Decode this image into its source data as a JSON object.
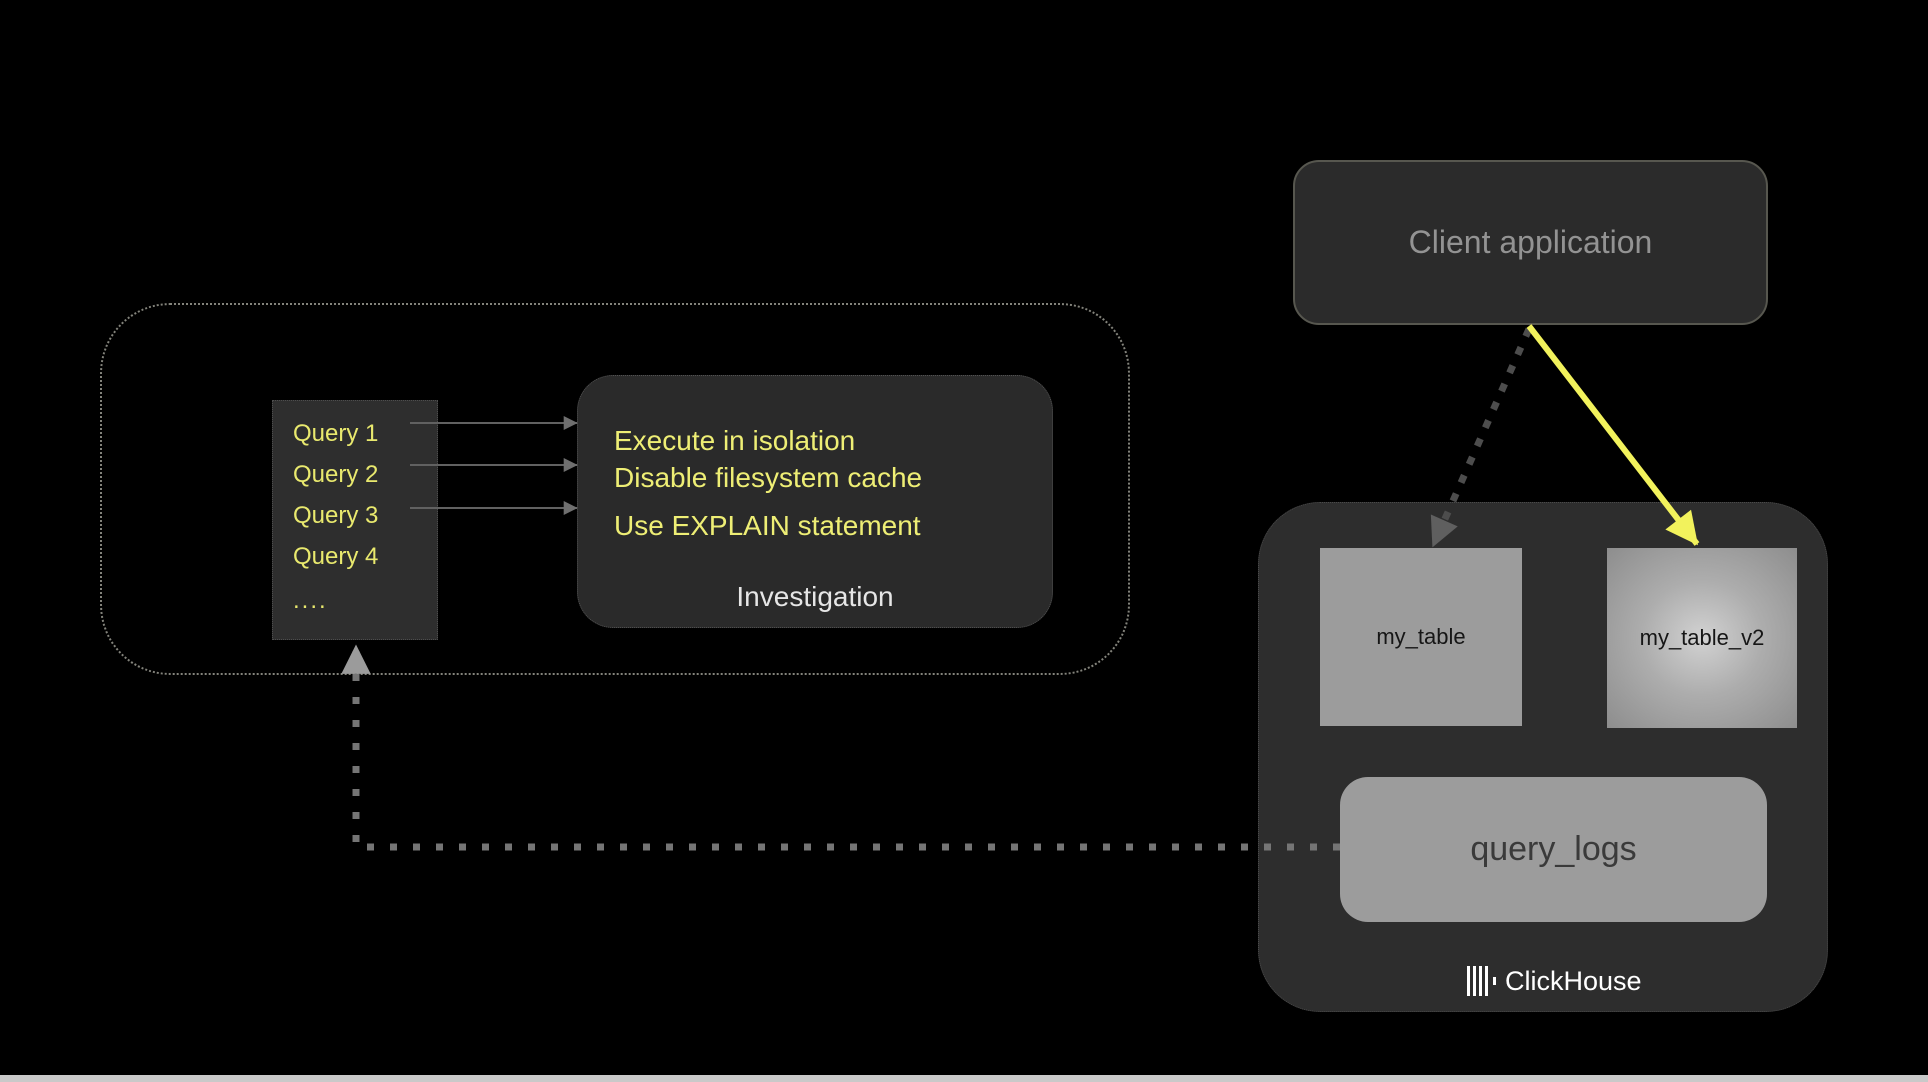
{
  "client_box": {
    "label": "Client application"
  },
  "query_list": {
    "items": [
      "Query 1",
      "Query 2",
      "Query 3",
      "Query 4",
      "...."
    ]
  },
  "investigation": {
    "tips": [
      "Execute in isolation",
      "Disable filesystem cache",
      "Use EXPLAIN statement"
    ],
    "title": "Investigation"
  },
  "clickhouse": {
    "tables": {
      "primary": "my_table",
      "secondary": "my_table_v2"
    },
    "logs": "query_logs",
    "brand": "ClickHouse"
  },
  "colors": {
    "highlight_yellow": "#f2f25c",
    "query_text_yellow": "#e9e96e",
    "box_background": "#2b2b2b",
    "table_gray": "#9c9c9c",
    "background": "#000000"
  }
}
